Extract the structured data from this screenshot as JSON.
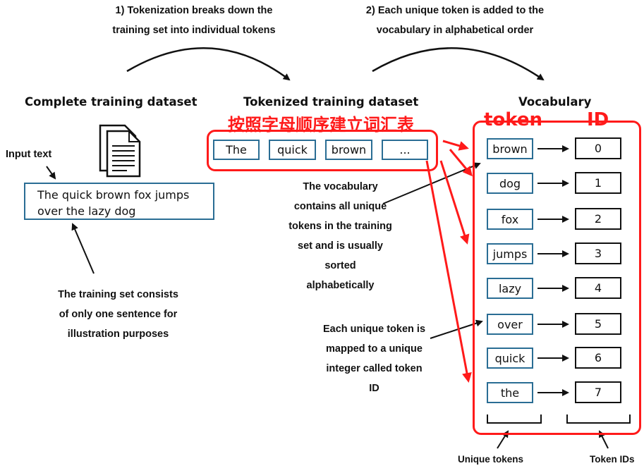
{
  "step_captions": {
    "step1": [
      "1) Tokenization breaks down the",
      "training set into individual tokens"
    ],
    "step2": [
      "2) Each unique token is added to the",
      "vocabulary in alphabetical order"
    ]
  },
  "headings": {
    "complete": "Complete training dataset",
    "tokenized": "Tokenized training dataset",
    "vocabulary": "Vocabulary"
  },
  "red_annotations": {
    "chinese": "按照字母顺序建立词汇表",
    "token": "token",
    "id": "ID"
  },
  "input": {
    "label": "Input text",
    "lines": [
      "The quick brown fox jumps",
      "over the lazy dog"
    ]
  },
  "tokenized": [
    "The",
    "quick",
    "brown",
    "..."
  ],
  "vocabulary": [
    {
      "token": "brown",
      "id": "0"
    },
    {
      "token": "dog",
      "id": "1"
    },
    {
      "token": "fox",
      "id": "2"
    },
    {
      "token": "jumps",
      "id": "3"
    },
    {
      "token": "lazy",
      "id": "4"
    },
    {
      "token": "over",
      "id": "5"
    },
    {
      "token": "quick",
      "id": "6"
    },
    {
      "token": "the",
      "id": "7"
    }
  ],
  "notes": {
    "training_set": [
      "The training set consists",
      "of only one sentence for",
      "illustration purposes"
    ],
    "vocab_sorted": [
      "The vocabulary",
      "contains all unique",
      "tokens in the training",
      "set and is usually",
      "sorted",
      "alphabetically"
    ],
    "mapped": [
      "Each unique token is",
      "mapped to a unique",
      "integer called token",
      "ID"
    ]
  },
  "bottom_labels": {
    "unique_tokens": "Unique tokens",
    "token_ids": "Token IDs"
  },
  "colors": {
    "annotation_red": "#ff1a1a",
    "token_border": "#2a6d94",
    "ink": "#111111"
  }
}
